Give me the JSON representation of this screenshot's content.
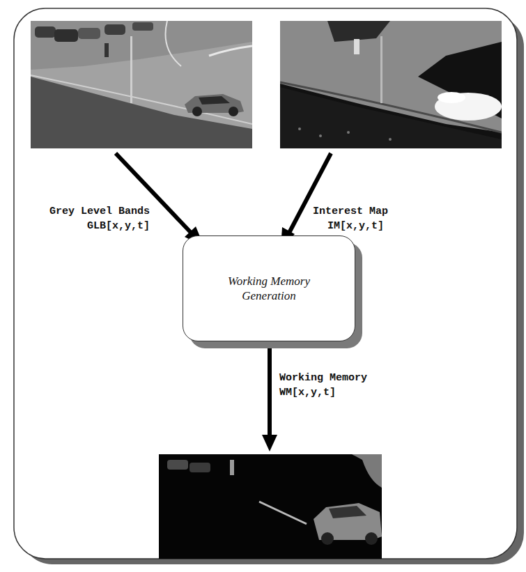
{
  "diagram": {
    "nodes": [
      {
        "text": [
          "Working Memory Generation"
        ]
      }
    ],
    "labels": [
      "Grey Level Bands",
      "GLB[x,y,t]",
      "Interest Map",
      "IM[x,y,t]",
      "Working Memory",
      "WM[x,y,t]"
    ]
  }
}
